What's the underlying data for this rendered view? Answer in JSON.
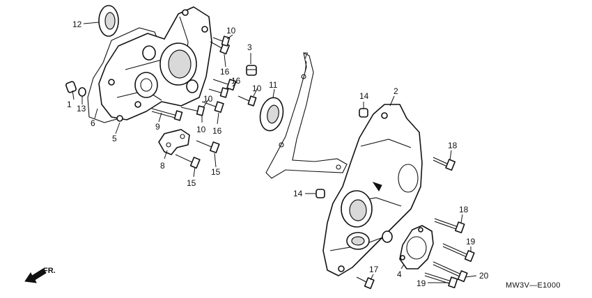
{
  "drawing_code": "MW3V—E1000",
  "front_indicator": {
    "label": "FR.",
    "icon": "arrow-down-left-icon"
  },
  "callouts": [
    {
      "id": "c1",
      "text": "1"
    },
    {
      "id": "c13",
      "text": "13"
    },
    {
      "id": "c6",
      "text": "6"
    },
    {
      "id": "c12",
      "text": "12"
    },
    {
      "id": "c5",
      "text": "5"
    },
    {
      "id": "c9",
      "text": "9"
    },
    {
      "id": "c8",
      "text": "8"
    },
    {
      "id": "c15a",
      "text": "15"
    },
    {
      "id": "c15b",
      "text": "15"
    },
    {
      "id": "c10a",
      "text": "10"
    },
    {
      "id": "c16a",
      "text": "16"
    },
    {
      "id": "c3",
      "text": "3"
    },
    {
      "id": "c16b",
      "text": "16"
    },
    {
      "id": "c10b",
      "text": "10"
    },
    {
      "id": "c11",
      "text": "11"
    },
    {
      "id": "c10c",
      "text": "10"
    },
    {
      "id": "c16c",
      "text": "16"
    },
    {
      "id": "c7",
      "text": "7"
    },
    {
      "id": "c14a",
      "text": "14"
    },
    {
      "id": "c2",
      "text": "2"
    },
    {
      "id": "c18a",
      "text": "18"
    },
    {
      "id": "c14b",
      "text": "14"
    },
    {
      "id": "c18b",
      "text": "18"
    },
    {
      "id": "c19a",
      "text": "19"
    },
    {
      "id": "c20",
      "text": "20"
    },
    {
      "id": "c19b",
      "text": "19"
    },
    {
      "id": "c4",
      "text": "4"
    },
    {
      "id": "c17",
      "text": "17"
    }
  ]
}
